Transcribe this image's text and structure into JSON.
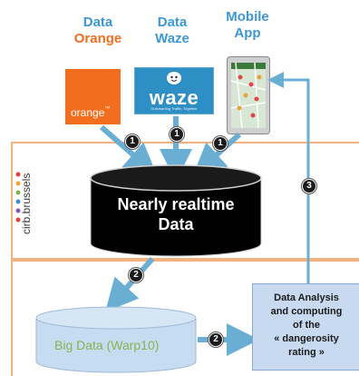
{
  "sources": {
    "orange": {
      "title_line1": "Data",
      "title_line2": "Orange",
      "logo_text": "orange",
      "logo_tm": "™"
    },
    "waze": {
      "title_line1": "Data",
      "title_line2": "Waze",
      "logo_text": "waze",
      "logo_tagline": "Outsmarting Traffic, Together"
    },
    "mobile": {
      "title_line1": "Mobile",
      "title_line2": "App"
    }
  },
  "realtime_db": {
    "line1": "Nearly realtime",
    "line2": "Data"
  },
  "big_data": {
    "label": "Big Data (Warp10)"
  },
  "analysis": {
    "line1": "Data Analysis",
    "line2": "and computing",
    "line3": "of the",
    "line4": "« dangerosity",
    "line5": "rating »"
  },
  "organization": {
    "logo_text": "cirb.brussels"
  },
  "steps": {
    "s1a": "1",
    "s1b": "1",
    "s1c": "1",
    "s2a": "2",
    "s2b": "2",
    "s3": "3"
  },
  "colors": {
    "panel_border": "#f1b27f",
    "arrow": "#6aaed3",
    "orange": "#f26e1e",
    "waze_title": "#3d97d3",
    "waze_logo": "#2e8fc5",
    "cylinder_dark": "#000000",
    "cylinder_light": "#c6dcf0",
    "analysis_box": "#c7daf0"
  }
}
